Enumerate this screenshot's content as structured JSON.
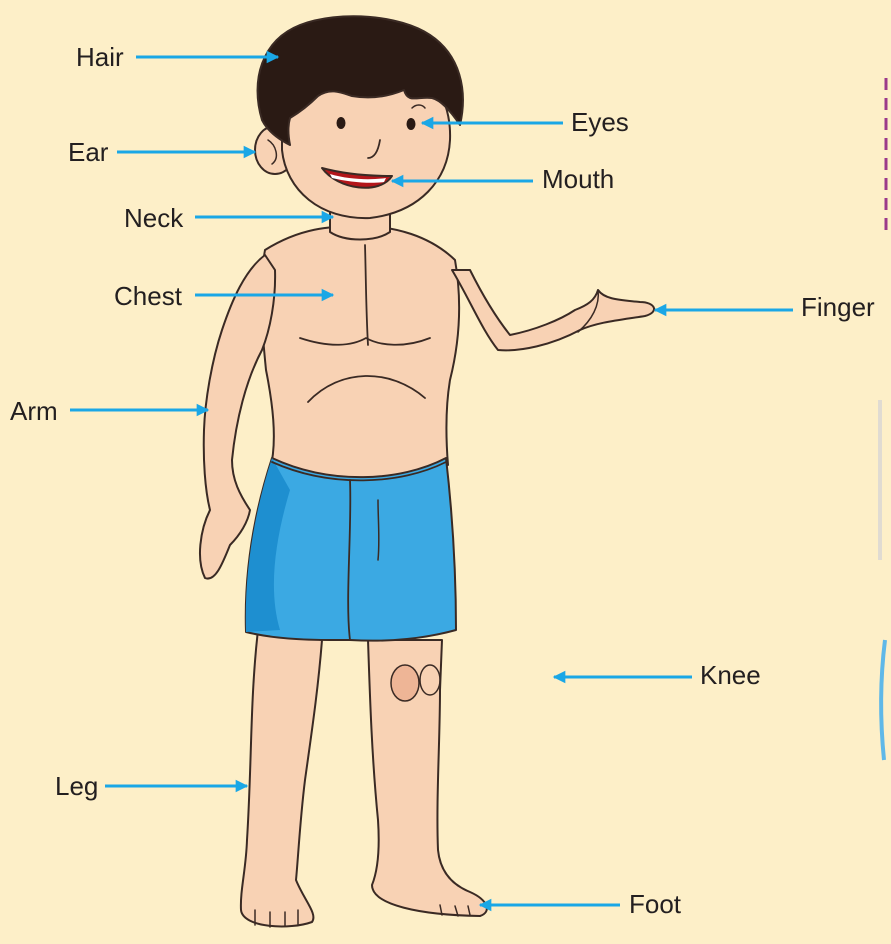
{
  "diagram": {
    "labels": {
      "hair": "Hair",
      "ear": "Ear",
      "neck": "Neck",
      "chest": "Chest",
      "arm": "Arm",
      "leg": "Leg",
      "eyes": "Eyes",
      "mouth": "Mouth",
      "finger": "Finger",
      "knee": "Knee",
      "foot": "Foot"
    }
  },
  "colors": {
    "background": "#fdefc8",
    "arrow": "#1aa7e6",
    "skin": "#f8d2b4",
    "skin_shadow": "#eeb596",
    "hair": "#2a1a14",
    "shorts": "#3ba9e3",
    "shorts_shadow": "#1e8fd0",
    "outline": "#3a2a24",
    "mouth": "#b3161a",
    "page_border": "#9b3a8a"
  }
}
